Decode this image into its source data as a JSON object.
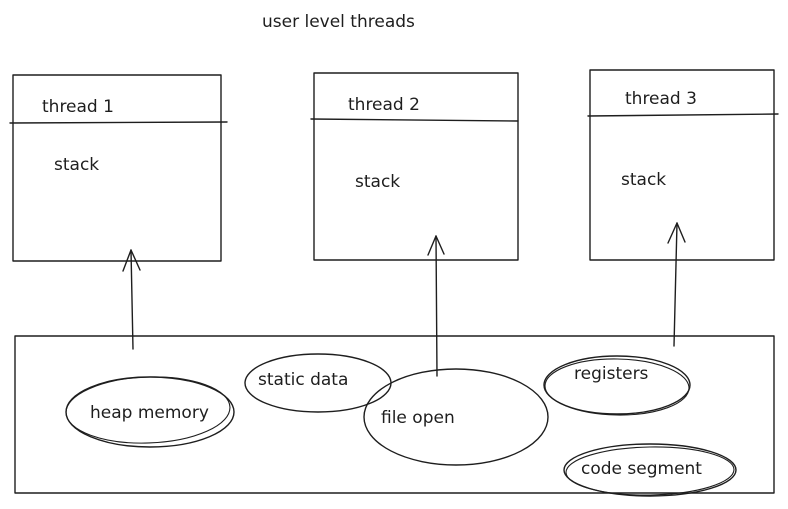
{
  "title": "user level threads",
  "threads": [
    {
      "name": "thread 1",
      "content": "stack"
    },
    {
      "name": "thread 2",
      "content": "stack"
    },
    {
      "name": "thread 3",
      "content": "stack"
    }
  ],
  "shared_resources": [
    "heap memory",
    "static data",
    "file open",
    "registers",
    "code segment"
  ],
  "colors": {
    "stroke": "#1e1e1e",
    "background": "#ffffff"
  }
}
